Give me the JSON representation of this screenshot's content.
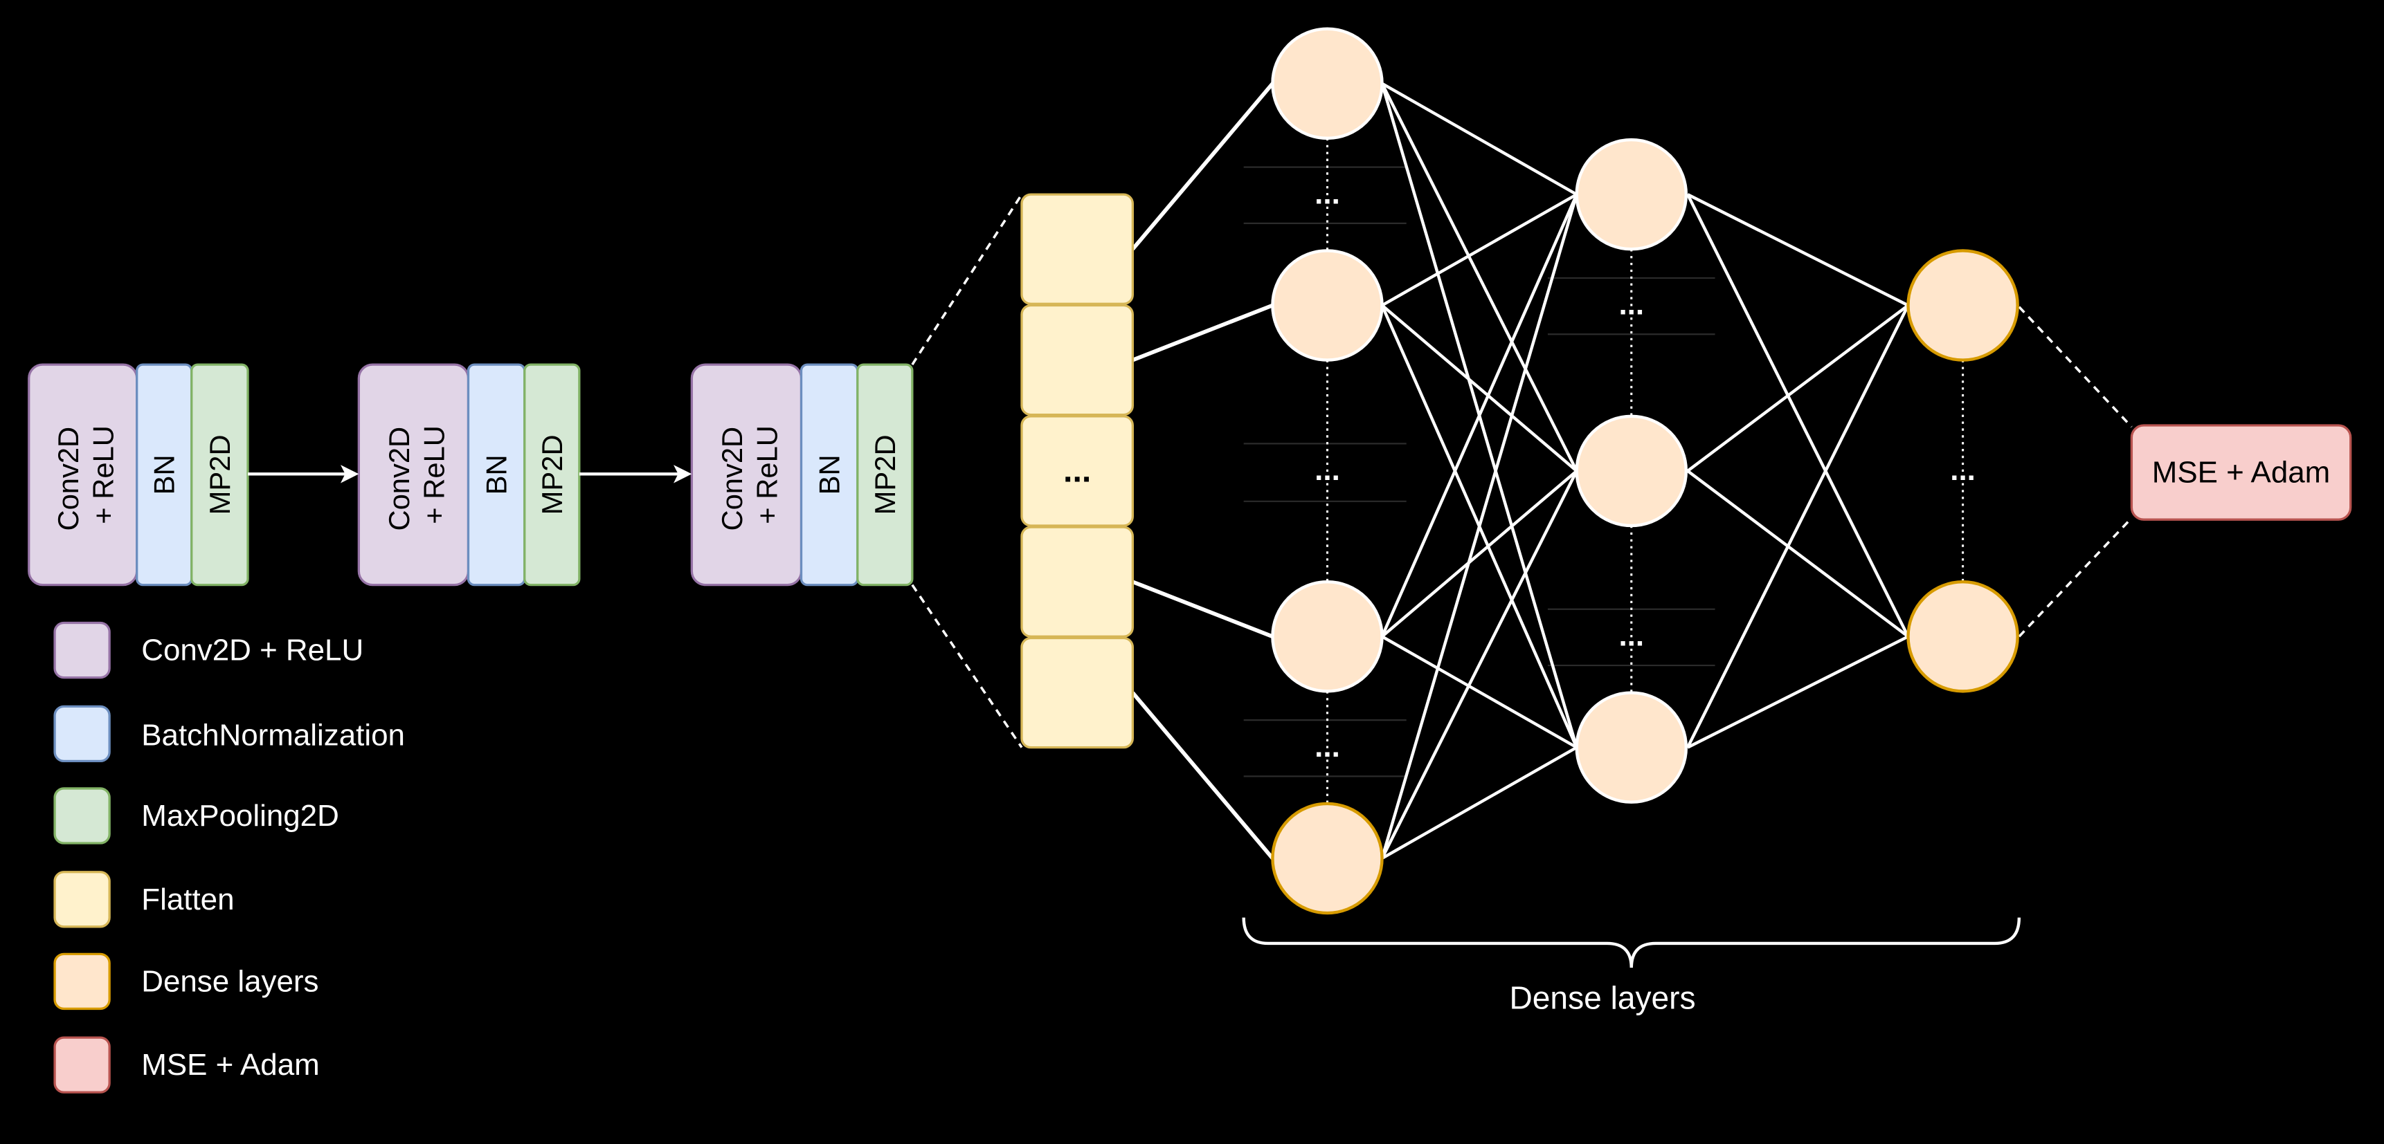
{
  "colors": {
    "background": "#000000",
    "conv": {
      "fill": "#e1d5e7",
      "stroke": "#9673a6"
    },
    "bn": {
      "fill": "#dae8fc",
      "stroke": "#6c8ebf"
    },
    "mp": {
      "fill": "#d5e8d4",
      "stroke": "#82b366"
    },
    "flatten": {
      "fill": "#fff2cc",
      "stroke": "#d6b656"
    },
    "dense": {
      "fill": "#ffe6cc",
      "stroke": "#d79b00"
    },
    "loss": {
      "fill": "#f8cecc",
      "stroke": "#b85450"
    }
  },
  "conv_blocks": [
    {
      "conv_label": [
        "Conv2D",
        "+ ReLU"
      ],
      "bn_label": "BN",
      "mp_label": "MP2D"
    },
    {
      "conv_label": [
        "Conv2D",
        "+ ReLU"
      ],
      "bn_label": "BN",
      "mp_label": "MP2D"
    },
    {
      "conv_label": [
        "Conv2D",
        "+ ReLU"
      ],
      "bn_label": "BN",
      "mp_label": "MP2D"
    }
  ],
  "flatten": {
    "ellipsis": "..."
  },
  "dense_dots": "...",
  "dense_brace_label": "Dense layers",
  "loss_label": "MSE + Adam",
  "legend": [
    {
      "key": "conv",
      "label": "Conv2D + ReLU"
    },
    {
      "key": "bn",
      "label": "BatchNormalization"
    },
    {
      "key": "mp",
      "label": "MaxPooling2D"
    },
    {
      "key": "flatten",
      "label": "Flatten"
    },
    {
      "key": "dense",
      "label": "Dense layers"
    },
    {
      "key": "loss",
      "label": "MSE + Adam"
    }
  ]
}
